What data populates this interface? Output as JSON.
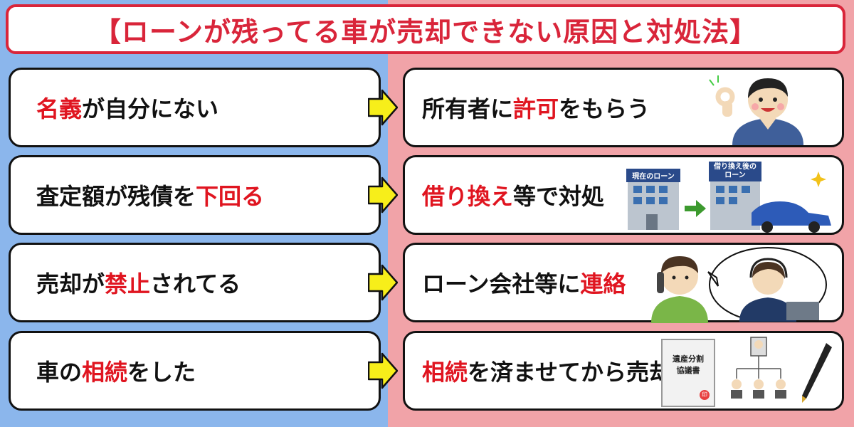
{
  "title": "【ローンが残ってる車が売却できない原因と対処法】",
  "rows": [
    {
      "cause": [
        {
          "t": "名義",
          "hl": true
        },
        {
          "t": "が自分にない",
          "hl": false
        }
      ],
      "solution": [
        {
          "t": "所有者に",
          "hl": false
        },
        {
          "t": "許可",
          "hl": true
        },
        {
          "t": "をもらう",
          "hl": false
        }
      ]
    },
    {
      "cause": [
        {
          "t": "査定額が残債を",
          "hl": false
        },
        {
          "t": "下回る",
          "hl": true
        }
      ],
      "solution": [
        {
          "t": "借り換え",
          "hl": true
        },
        {
          "t": "等で対処",
          "hl": false
        }
      ]
    },
    {
      "cause": [
        {
          "t": "売却が",
          "hl": false
        },
        {
          "t": "禁止",
          "hl": true
        },
        {
          "t": "されてる",
          "hl": false
        }
      ],
      "solution": [
        {
          "t": "ローン会社等に",
          "hl": false
        },
        {
          "t": "連絡",
          "hl": true
        }
      ]
    },
    {
      "cause": [
        {
          "t": "車の",
          "hl": false
        },
        {
          "t": "相続",
          "hl": true
        },
        {
          "t": "をした",
          "hl": false
        }
      ],
      "solution": [
        {
          "t": "相続",
          "hl": true
        },
        {
          "t": "を済ませてから売却",
          "hl": false
        }
      ]
    }
  ],
  "illustrations": {
    "current_loan_label": "現在のローン",
    "refinanced_label_1": "借り換え後の",
    "refinanced_label_2": "ローン",
    "document_line_1": "遺産分割",
    "document_line_2": "協議書",
    "stamp": "印"
  },
  "colors": {
    "left_bg": "#8bb6ec",
    "right_bg": "#f1a3a8",
    "title_red": "#d9253a",
    "highlight": "#e01520",
    "arrow_yellow": "#f7ee1a"
  }
}
